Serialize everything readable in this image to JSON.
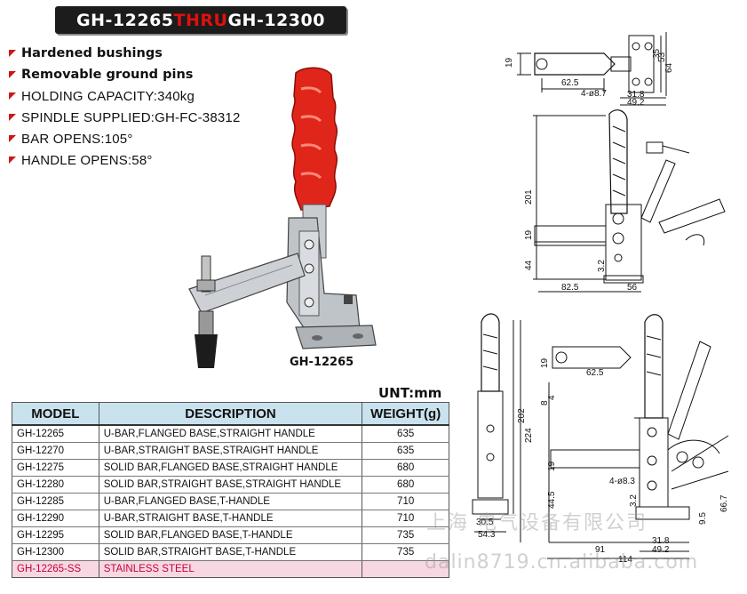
{
  "title": {
    "part1": "GH-12265 ",
    "part2": "THRU",
    "part3": "GH-12300"
  },
  "features": [
    {
      "text": "Hardened bushings",
      "bold": true
    },
    {
      "text": "Removable ground pins",
      "bold": true
    },
    {
      "text": "HOLDING CAPACITY:340kg",
      "bold": false
    },
    {
      "text": "SPINDLE SUPPLIED:GH-FC-38312",
      "bold": false
    },
    {
      "text": "BAR OPENS:105°",
      "bold": false
    },
    {
      "text": "HANDLE OPENS:58°",
      "bold": false
    }
  ],
  "photo_label": "GH-12265",
  "unit": "UNT:mm",
  "table": {
    "headers": [
      "MODEL",
      "DESCRIPTION",
      "WEIGHT(g)"
    ],
    "rows": [
      [
        "GH-12265",
        "U-BAR,FLANGED BASE,STRAIGHT HANDLE",
        "635"
      ],
      [
        "GH-12270",
        "U-BAR,STRAIGHT BASE,STRAIGHT HANDLE",
        "635"
      ],
      [
        "GH-12275",
        "SOLID BAR,FLANGED BASE,STRAIGHT HANDLE",
        "680"
      ],
      [
        "GH-12280",
        "SOLID BAR,STRAIGHT BASE,STRAIGHT HANDLE",
        "680"
      ],
      [
        "GH-12285",
        "U-BAR,FLANGED BASE,T-HANDLE",
        "710"
      ],
      [
        "GH-12290",
        "U-BAR,STRAIGHT BASE,T-HANDLE",
        "710"
      ],
      [
        "GH-12295",
        "SOLID BAR,FLANGED BASE,T-HANDLE",
        "735"
      ],
      [
        "GH-12300",
        "SOLID BAR,STRAIGHT BASE,T-HANDLE",
        "735"
      ]
    ],
    "ss_row": [
      "GH-12265-SS",
      "STAINLESS STEEL",
      ""
    ]
  },
  "dims_top": {
    "d19": "19",
    "d62_5": "62.5",
    "d4_8_7": "4-ø8.7",
    "d31_8": "31.8",
    "d49_2": "49.2",
    "d35": "35",
    "d53": "53",
    "d64": "64"
  },
  "dims_side": {
    "d201": "201",
    "d19": "19",
    "d44": "44",
    "d3_2": "3.2",
    "d82_5": "82.5",
    "d56": "56"
  },
  "dims_bottom": {
    "d202": "202",
    "d224": "224",
    "d8": "8",
    "d4": "4",
    "d19a": "19",
    "d62_5": "62.5",
    "d19b": "19",
    "d44_5": "44.5",
    "d4_8_3": "4-ø8.3",
    "d3_2": "3.2",
    "d66_7": "66.7",
    "d9_5": "9.5",
    "d30_5": "30.5",
    "d54_3": "54.3",
    "d31_8": "31.8",
    "d49_2": "49.2",
    "d91": "91",
    "d114": "114"
  },
  "watermark": {
    "line1": "上海 电气设备有限公司",
    "line2": "dalin8719.cn.alibaba.com"
  },
  "colors": {
    "title_bg": "#1c1c1c",
    "accent_red": "#e01010",
    "table_header": "#c9e2ee",
    "ss_row": "#f7d8e2"
  }
}
